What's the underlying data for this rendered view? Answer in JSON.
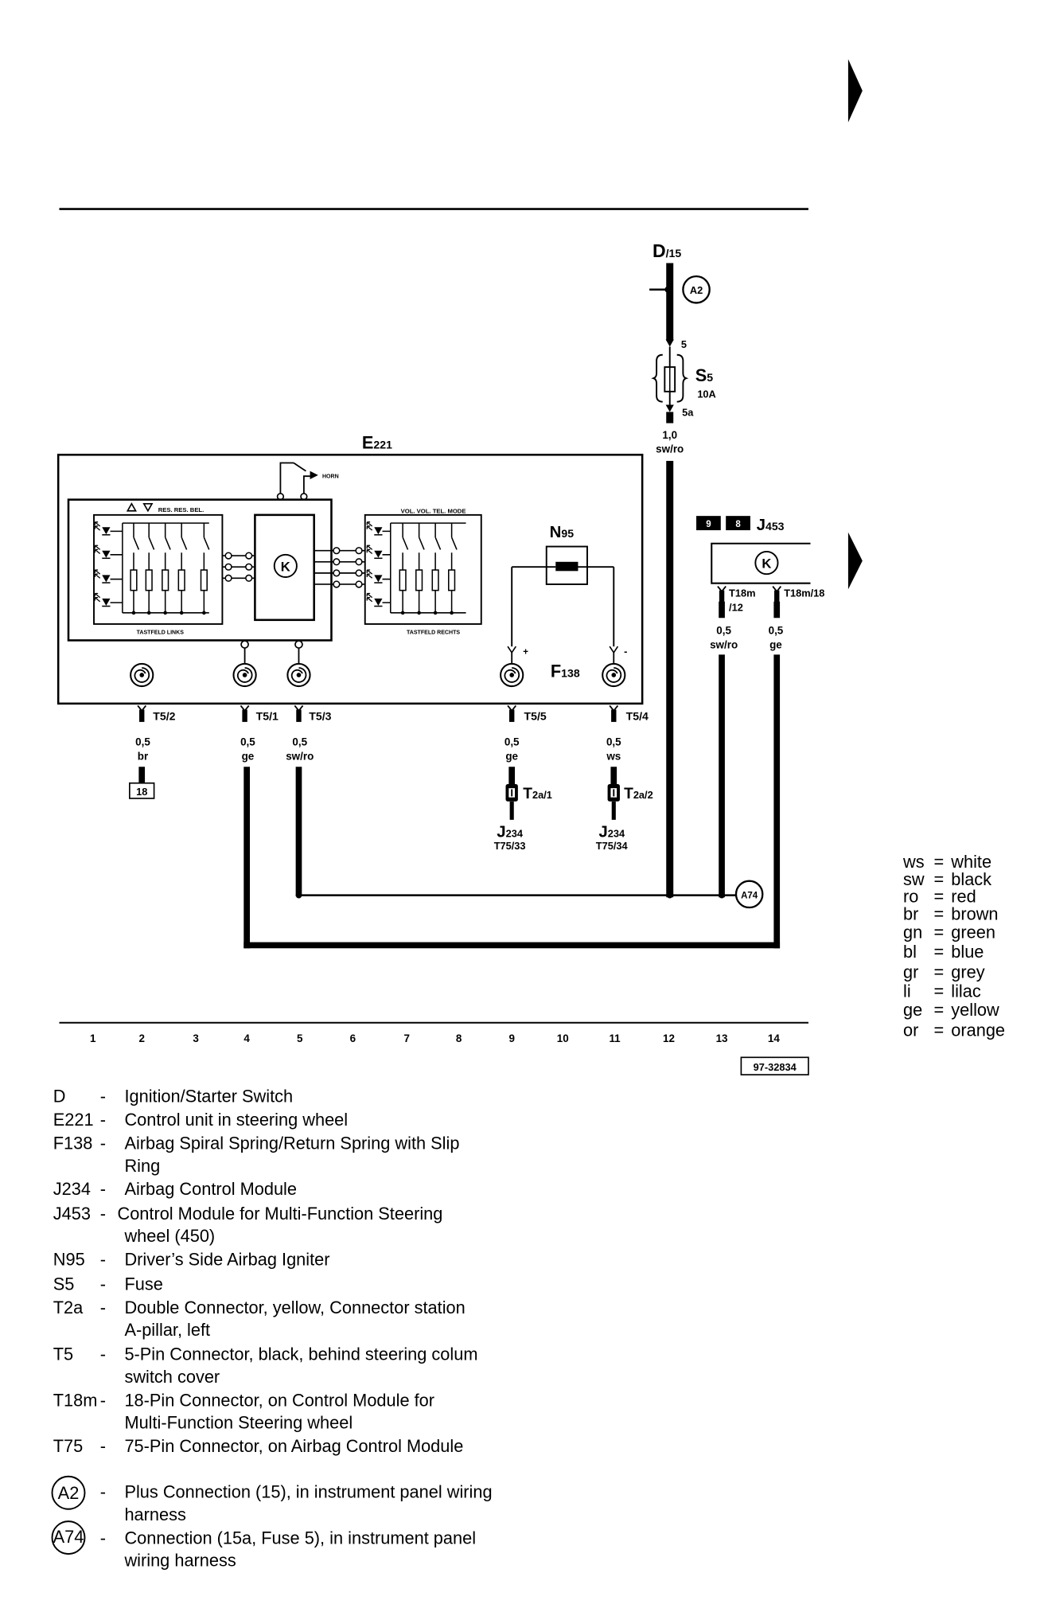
{
  "page": {
    "background": "#ffffff",
    "ink": "#000000"
  },
  "diagram_number": "97-32834",
  "supply": {
    "switch": {
      "code": "D",
      "terminal": "/15"
    },
    "plus_connection": "A2",
    "fuse": {
      "pin_in": "5",
      "code": "S",
      "index": "5",
      "rating": "10A",
      "pin_out": "5a"
    },
    "wire": {
      "size": "1,0",
      "color": "sw/ro"
    }
  },
  "control_unit": {
    "code": "E",
    "index": "221",
    "horn": "HORN",
    "left_pad": {
      "buttons": "RES. RES. BEL.",
      "label": "TASTFELD LINKS"
    },
    "right_pad": {
      "buttons": "VOL. VOL. TEL. MODE",
      "label": "TASTFELD RECHTS"
    },
    "module_symbol": "K"
  },
  "igniter": {
    "code": "N",
    "index": "95",
    "plus": "+",
    "minus": "-"
  },
  "spiral_spring": {
    "code": "F",
    "index": "138"
  },
  "connectors": [
    {
      "pin": "T5/2",
      "size": "0,5",
      "color": "br"
    },
    {
      "pin": "T5/1",
      "size": "0,5",
      "color": "ge"
    },
    {
      "pin": "T5/3",
      "size": "0,5",
      "color": "sw/ro"
    },
    {
      "pin": "T5/5",
      "size": "0,5",
      "color": "ge"
    },
    {
      "pin": "T5/4",
      "size": "0,5",
      "color": "ws"
    }
  ],
  "ground_ref": "18",
  "double_connector": [
    {
      "code": "T",
      "index": "2a/1"
    },
    {
      "code": "T",
      "index": "2a/2"
    }
  ],
  "airbag_module": [
    {
      "code": "J",
      "index": "234",
      "pin": "T75/33"
    },
    {
      "code": "J",
      "index": "234",
      "pin": "T75/34"
    }
  ],
  "mfsw_module": {
    "badges": [
      "9",
      "8"
    ],
    "code": "J",
    "index": "453",
    "symbol": "K",
    "pins": [
      {
        "line1": "T18m",
        "line2": "/12",
        "size": "0,5",
        "color": "sw/ro"
      },
      {
        "line1": "T18m/18",
        "size": "0,5",
        "color": "ge"
      }
    ]
  },
  "connection_a74": "A74",
  "tracks": [
    "1",
    "2",
    "3",
    "4",
    "5",
    "6",
    "7",
    "8",
    "9",
    "10",
    "11",
    "12",
    "13",
    "14"
  ],
  "color_key": {
    "separator": "=",
    "entries": [
      {
        "abbr": "ws",
        "name": "white"
      },
      {
        "abbr": "sw",
        "name": "black"
      },
      {
        "abbr": "ro",
        "name": "red"
      },
      {
        "abbr": "br",
        "name": "brown"
      },
      {
        "abbr": "gn",
        "name": "green"
      },
      {
        "abbr": "bl",
        "name": "blue"
      },
      {
        "abbr": "gr",
        "name": "grey"
      },
      {
        "abbr": "li",
        "name": "lilac"
      },
      {
        "abbr": "ge",
        "name": "yellow"
      },
      {
        "abbr": "or",
        "name": "orange"
      }
    ]
  },
  "legend": {
    "separator": "-",
    "items": [
      {
        "code": "D",
        "text": [
          "Ignition/Starter Switch"
        ]
      },
      {
        "code": "E221",
        "text": [
          "Control unit in steering wheel"
        ]
      },
      {
        "code": "F138",
        "text": [
          "Airbag Spiral Spring/Return Spring with Slip",
          "Ring"
        ]
      },
      {
        "code": "J234",
        "text": [
          "Airbag Control Module"
        ]
      },
      {
        "code": "J453",
        "text": [
          "Control Module for Multi-Function Steering",
          "wheel (450)"
        ]
      },
      {
        "code": "N95",
        "text": [
          "Driver’s Side Airbag Igniter"
        ]
      },
      {
        "code": "S5",
        "text": [
          "Fuse"
        ]
      },
      {
        "code": "T2a",
        "text": [
          "Double Connector, yellow, Connector station",
          "A-pillar, left"
        ]
      },
      {
        "code": "T5",
        "text": [
          "5-Pin Connector, black, behind steering colum",
          "switch cover"
        ]
      },
      {
        "code": "T18m",
        "text": [
          "18-Pin Connector, on Control Module for",
          "Multi-Function Steering wheel"
        ]
      },
      {
        "code": "T75",
        "text": [
          "75-Pin Connector, on Airbag Control Module"
        ]
      },
      {
        "symbol": "A2",
        "text": [
          "Plus Connection (15), in instrument panel wiring",
          "harness"
        ]
      },
      {
        "symbol": "A74",
        "text": [
          "Connection (15a, Fuse 5), in instrument panel",
          "wiring harness"
        ]
      }
    ]
  }
}
